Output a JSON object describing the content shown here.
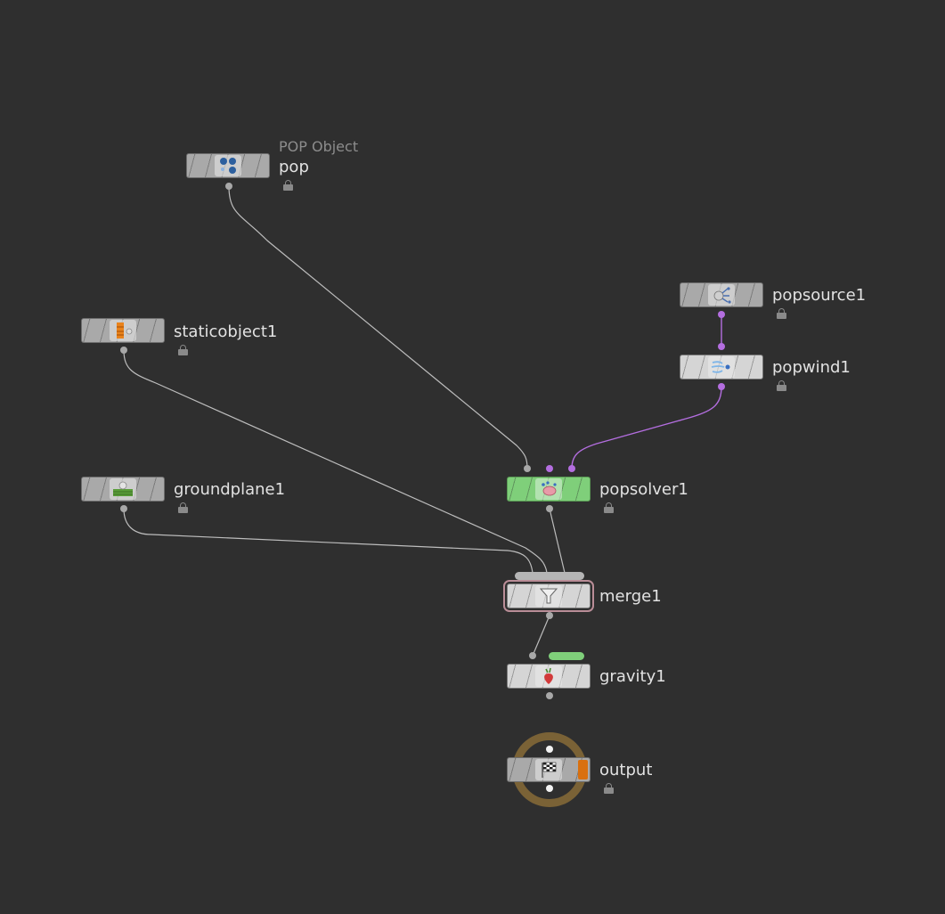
{
  "network": {
    "nodes": {
      "pop": {
        "type_label": "POP Object",
        "name": "pop",
        "icon": "particles-icon"
      },
      "staticobject1": {
        "name": "staticobject1",
        "icon": "static-object-icon"
      },
      "groundplane1": {
        "name": "groundplane1",
        "icon": "ground-plane-icon"
      },
      "popsource1": {
        "name": "popsource1",
        "icon": "pop-source-icon"
      },
      "popwind1": {
        "name": "popwind1",
        "icon": "wind-icon"
      },
      "popsolver1": {
        "name": "popsolver1",
        "icon": "solver-icon",
        "color": "#7fcf7a"
      },
      "merge1": {
        "name": "merge1",
        "icon": "funnel-icon"
      },
      "gravity1": {
        "name": "gravity1",
        "icon": "gravity-icon"
      },
      "output": {
        "name": "output",
        "icon": "checkered-flag-icon"
      }
    },
    "colors": {
      "background": "#2f2f2f",
      "wire_default": "#bdbdbd",
      "wire_pop": "#b46ee0",
      "output_ring": "#7a6236",
      "display_flag": "#d9700f"
    }
  }
}
